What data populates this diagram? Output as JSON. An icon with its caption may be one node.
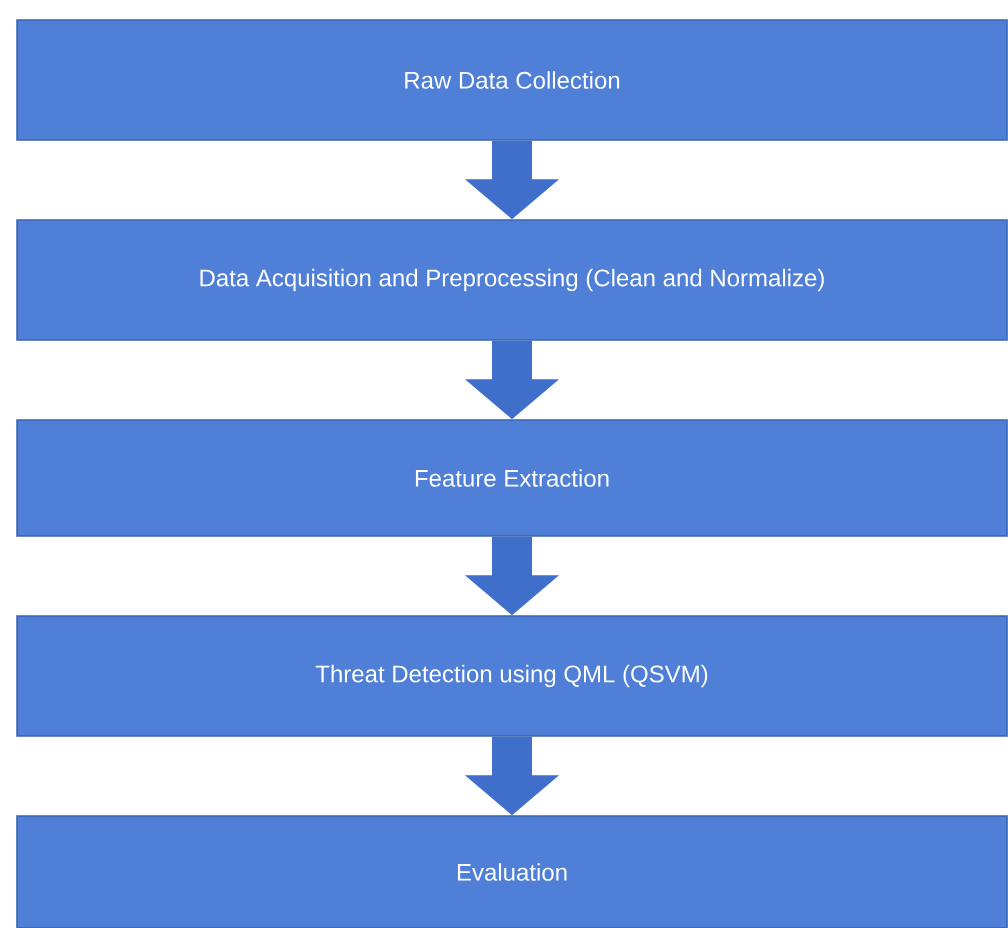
{
  "diagram": {
    "nodes": [
      {
        "text": [
          "Raw Data Collection"
        ]
      },
      {
        "text": [
          "Data Acquisition and  Preprocessing (Clean and Normalize)"
        ]
      },
      {
        "text": [
          "Feature Extraction"
        ]
      },
      {
        "text": [
          "Threat Detection using QML (QSVM)"
        ]
      },
      {
        "text": [
          "Evaluation"
        ]
      }
    ],
    "edges": [
      {
        "from": 0,
        "to": 1,
        "arrow": "to"
      },
      {
        "from": 1,
        "to": 2,
        "arrow": "to"
      },
      {
        "from": 2,
        "to": 3,
        "arrow": "to"
      },
      {
        "from": 3,
        "to": 4,
        "arrow": "to"
      }
    ]
  }
}
